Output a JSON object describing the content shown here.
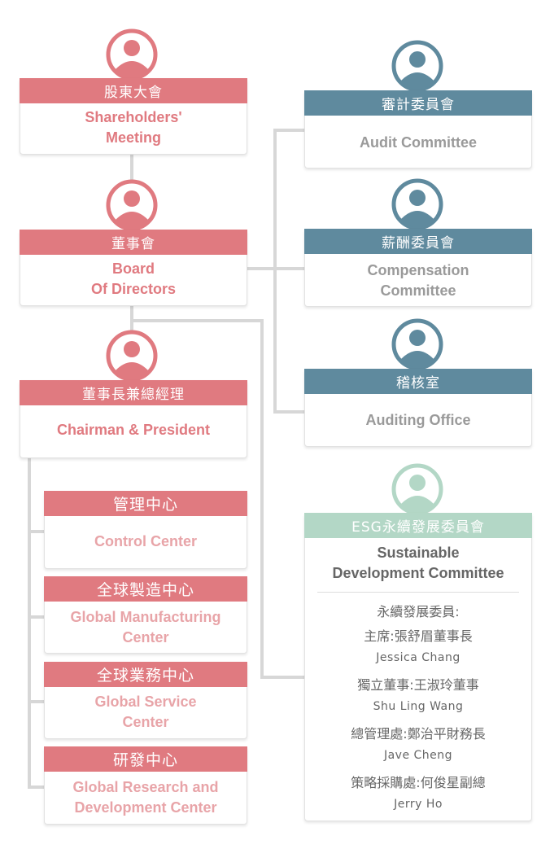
{
  "colors": {
    "red": "#e07a80",
    "blue": "#5f8a9e",
    "green": "#b3d7c6",
    "line": "#d7d7d7"
  },
  "shareholders": {
    "zh": "股東大會",
    "en": [
      "Shareholders'",
      "Meeting"
    ],
    "icon": "person-icon"
  },
  "board": {
    "zh": "董事會",
    "en": [
      "Board",
      "Of Directors"
    ],
    "icon": "person-icon"
  },
  "chairman": {
    "zh": "董事長兼總經理",
    "en": "Chairman & President",
    "icon": "person-icon"
  },
  "centers": [
    {
      "zh": "管理中心",
      "en": [
        "Control Center"
      ]
    },
    {
      "zh": "全球製造中心",
      "en": [
        "Global Manufacturing",
        "Center"
      ]
    },
    {
      "zh": "全球業務中心",
      "en": [
        "Global Service",
        "Center"
      ]
    },
    {
      "zh": "研發中心",
      "en": [
        "Global Research and",
        "Development Center"
      ]
    }
  ],
  "audit": {
    "zh": "審計委員會",
    "en": "Audit Committee",
    "icon": "person-icon"
  },
  "compensation": {
    "zh": "薪酬委員會",
    "en": [
      "Compensation",
      "Committee"
    ],
    "icon": "person-icon"
  },
  "auditing_office": {
    "zh": "稽核室",
    "en": "Auditing Office",
    "icon": "person-icon"
  },
  "esg": {
    "zh": "ESG永續發展委員會",
    "en": [
      "Sustainable",
      "Development Committee"
    ],
    "icon": "person-icon",
    "members_title": "永續發展委員:",
    "members": [
      {
        "zh": "主席:張舒眉董事長",
        "en": "Jessica Chang"
      },
      {
        "zh": "獨立董事:王淑玲董事",
        "en": "Shu Ling Wang"
      },
      {
        "zh": "總管理處:鄭治平財務長",
        "en": "Jave Cheng"
      },
      {
        "zh": "策略採購處:何俊星副總",
        "en": "Jerry Ho"
      }
    ]
  }
}
